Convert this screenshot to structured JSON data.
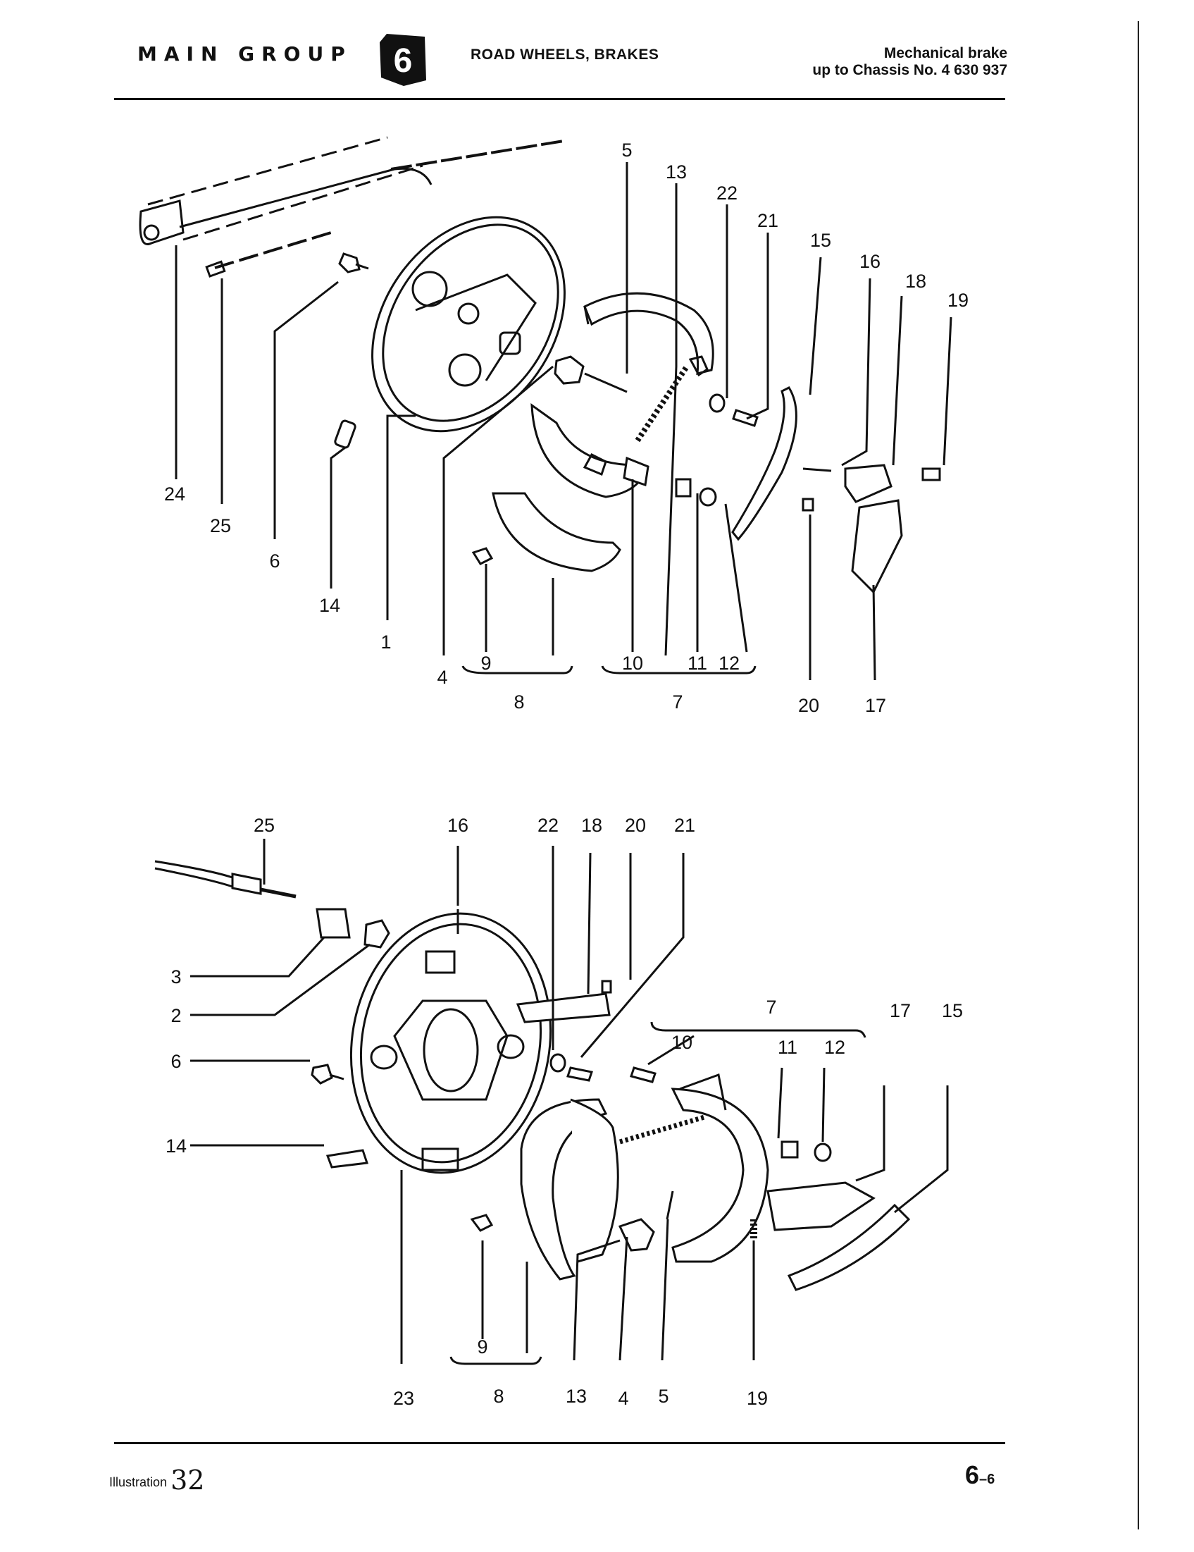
{
  "header": {
    "main_group": "MAIN GROUP",
    "group_number": "6",
    "section_title": "ROAD WHEELS, BRAKES",
    "right_title_line1": "Mechanical brake",
    "right_title_line2": "up to Chassis No. 4 630 937"
  },
  "top_figure": {
    "callouts": [
      "5",
      "13",
      "22",
      "21",
      "15",
      "16",
      "18",
      "19",
      "24",
      "25",
      "6",
      "14",
      "1",
      "4",
      "9",
      "8",
      "10",
      "7",
      "11",
      "12",
      "20",
      "17"
    ]
  },
  "bottom_figure": {
    "callouts": [
      "25",
      "16",
      "22",
      "18",
      "20",
      "21",
      "3",
      "2",
      "6",
      "14",
      "7",
      "10",
      "11",
      "12",
      "17",
      "15",
      "9",
      "8",
      "23",
      "13",
      "4",
      "5",
      "19"
    ]
  },
  "footer": {
    "illustration_label": "Illustration",
    "illustration_number": "32",
    "page_number": "6",
    "page_sub": "–6"
  }
}
